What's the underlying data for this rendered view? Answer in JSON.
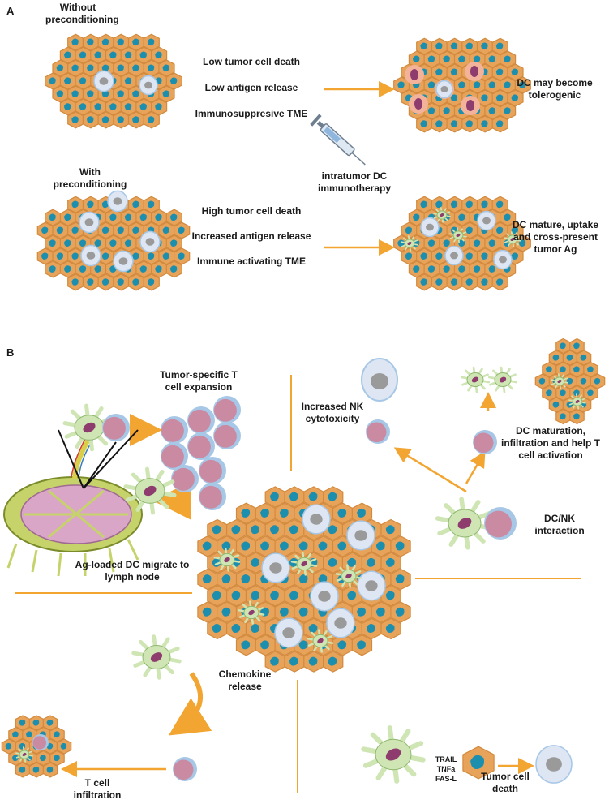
{
  "colors": {
    "arrow": "#f2a531",
    "divider": "#f2a531",
    "tumor_outer": "#d28a3e",
    "tumor_inner": "#e8a35a",
    "nucleus": "#1d8fae",
    "dc": "#cfe6b4",
    "dc_stroke": "#8fb870",
    "dc_nucleus": "#8e3b6e",
    "tcell": "#c98aa2",
    "tcell_ring": "#a7c7e7",
    "dying_cell": "#dde6f2",
    "dying_nucleus": "#9a9a9a",
    "tolerogenic": "#f3b39a"
  },
  "panel_a": {
    "label": "A",
    "without": {
      "title": "Without preconditioning",
      "lines": [
        "Low tumor cell death",
        "Low antigen release",
        "Immunosuppresive TME"
      ],
      "outcome": "DC may become tolerogenic"
    },
    "injection_label": "intratumor DC immunotherapy",
    "with": {
      "title": "With preconditioning",
      "lines": [
        "High tumor cell death",
        "Increased antigen release",
        "Immune activating TME"
      ],
      "outcome": "DC mature, uptake and cross-present tumor Ag"
    }
  },
  "panel_b": {
    "label": "B",
    "tcell_expansion": "Tumor-specific T cell expansion",
    "nk_cytotoxicity": "Increased NK cytotoxicity",
    "dc_maturation": "DC maturation, infiltration and help T cell activation",
    "dc_nk": "DC/NK interaction",
    "migrate": "Ag-loaded DC migrate to lymph node",
    "chemokine": "Chemokine release",
    "infiltration": "T cell infiltration",
    "ligands": [
      "TRAIL",
      "TNFa",
      "FAS-L"
    ],
    "tumor_death": "Tumor cell death"
  },
  "icons": [
    "syringe-icon",
    "lymph-node-icon",
    "dendritic-cell-icon",
    "t-cell-icon",
    "nk-cell-icon",
    "tumor-mass-icon"
  ]
}
